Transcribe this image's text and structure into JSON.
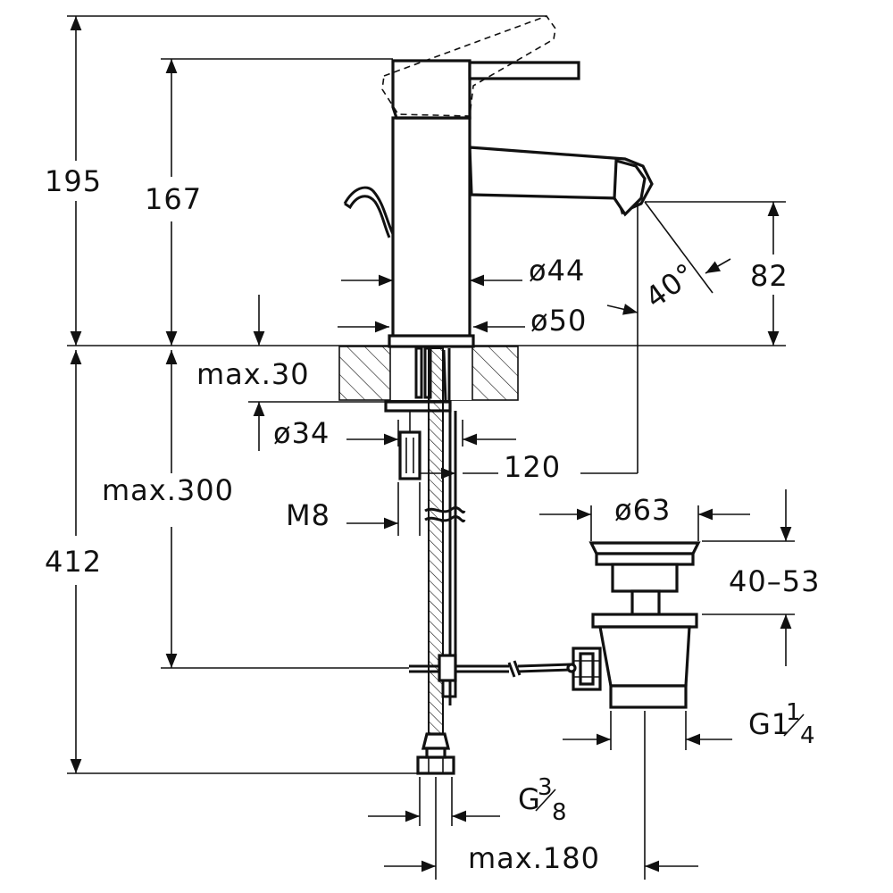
{
  "dimensions": {
    "height_total": "195",
    "height_lever": "167",
    "diam_body": "ø44",
    "diam_base": "ø50",
    "angle": "40°",
    "spout_height": "82",
    "max_thickness": "max.30",
    "diam_shank": "ø34",
    "reach": "120",
    "max_depth": "max.300",
    "thread_rod": "M8",
    "diam_plug": "ø63",
    "plug_range": "40–53",
    "below_total": "412",
    "waste_thread_base": "G1",
    "waste_thread_num": "1",
    "waste_thread_den": "4",
    "hose_thread_base": "G",
    "hose_thread_num": "3",
    "hose_thread_den": "8",
    "max_offset": "max.180"
  }
}
